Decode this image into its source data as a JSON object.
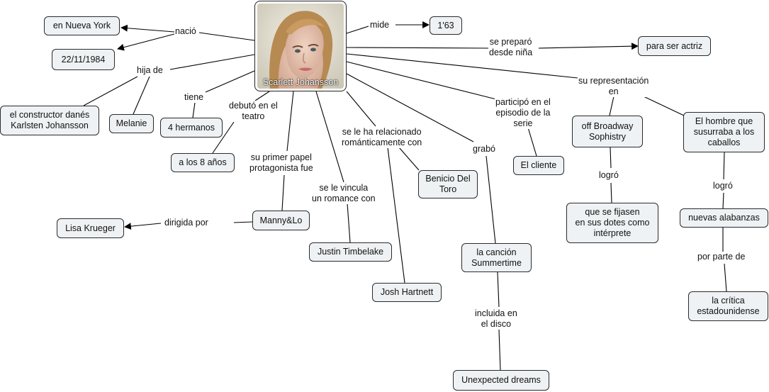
{
  "central": {
    "name": "Scarlett Johansson"
  },
  "nodes": {
    "nueva_york": "en Nueva York",
    "fecha": "22/11/1984",
    "constructor": "el constructor danés\nKarlsten Johansson",
    "melanie": "Melanie",
    "hermanos": "4 hermanos",
    "ocho_anos": "a los 8 años",
    "lisa": "Lisa Krueger",
    "manny": "Manny&Lo",
    "justin": "Justin Timbelake",
    "josh": "Josh Hartnett",
    "benicio": "Benicio Del\nToro",
    "cancion": "la canción\nSummertime",
    "dreams": "Unexpected dreams",
    "cliente": "El cliente",
    "altura": "1'63",
    "actriz": "para ser actriz",
    "offbroadway": "off Broadway\nSophistry",
    "hombre": "El hombre que\nsusurraba a los\ncaballos",
    "fijasen": "que se fijasen\nen sus dotes como\nintérprete",
    "alabanzas": "nuevas alabanzas",
    "critica": "la crítica\nestadounidense"
  },
  "links": {
    "nacio": "nació",
    "hija_de": "hija de",
    "tiene": "tiene",
    "debuto": "debutó en el\nteatro",
    "primer_papel": "su primer papel\nprotagonista fue",
    "dirigida": "dirigida por",
    "vincula": "se le vincula\nun romance con",
    "relacionado": "se le ha relacionado\nrománticamente con",
    "grabo": "grabó",
    "incluida": "incluida en\nel disco",
    "participo": "participó en el\nepisodio de la\nserie",
    "mide": "mide",
    "preparo": "se preparó\ndesde niña",
    "representacion": "su representación\nen",
    "logro1": "logró",
    "logro2": "logró",
    "por_parte": "por parte de"
  }
}
